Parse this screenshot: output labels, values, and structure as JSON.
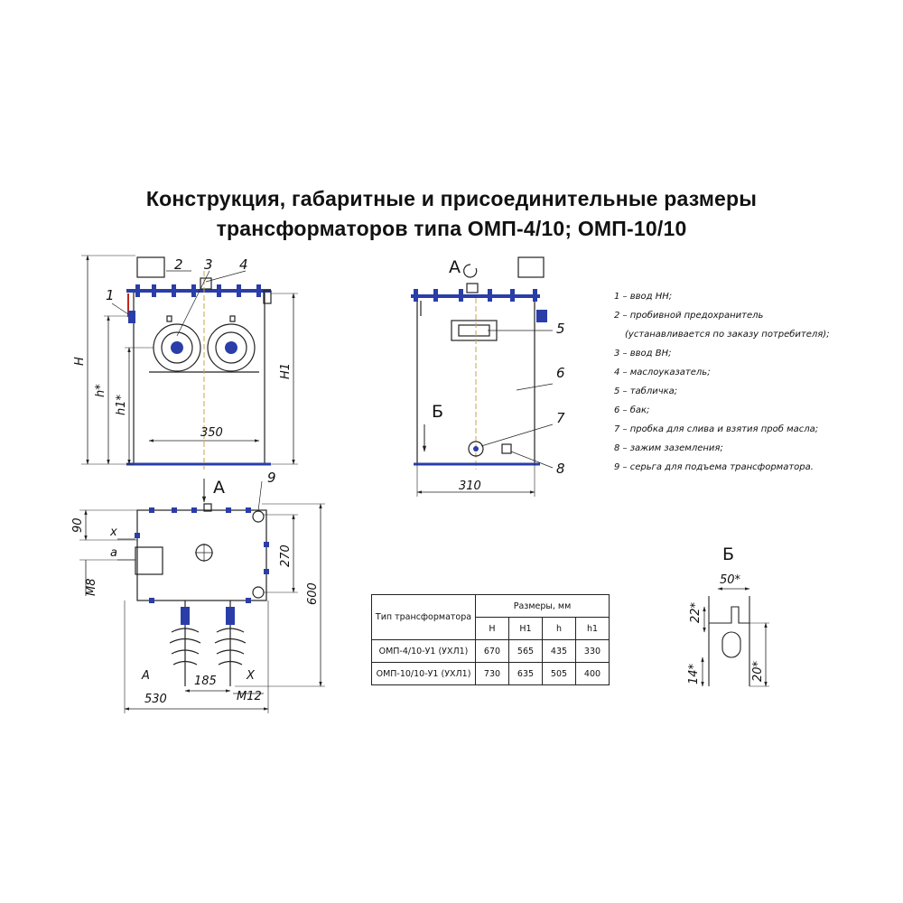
{
  "title": {
    "line1": "Конструкция, габаритные и присоединительные размеры",
    "line2": "трансформаторов типа ОМП-4/10; ОМП-10/10"
  },
  "callouts": {
    "c1": "1",
    "c2": "2",
    "c3": "3",
    "c4": "4",
    "c5": "5",
    "c6": "6",
    "c7": "7",
    "c8": "8",
    "c9": "9"
  },
  "front_view": {
    "dim_width": "350",
    "dim_H": "H",
    "dim_h": "h*",
    "dim_h1": "h1*",
    "dim_H1": "H1"
  },
  "side_view": {
    "view_label": "А",
    "section_label": "Б",
    "dim_width": "310"
  },
  "plan_view": {
    "arrow_label": "А",
    "dim_90": "90",
    "dim_270": "270",
    "dim_600": "600",
    "dim_185": "185",
    "dim_530": "530",
    "label_x_top": "x",
    "label_a": "a",
    "label_M8": "М8",
    "label_A": "А",
    "label_X": "X",
    "label_M12": "М12"
  },
  "detail_b": {
    "label": "Б",
    "dim_50": "50*",
    "dim_22": "22*",
    "dim_14": "14*",
    "dim_20": "20*"
  },
  "legend": [
    "1 – ввод НН;",
    "2 – пробивной предохранитель",
    "(устанавливается по заказу потребителя);",
    "3 – ввод ВН;",
    "4 – маслоуказатель;",
    "5 – табличка;",
    "6 – бак;",
    "7 – пробка для слива и взятия проб масла;",
    "8 – зажим заземления;",
    "9 – серьга для подъема трансформатора."
  ],
  "table": {
    "head_type": "Тип трансформатора",
    "head_dims": "Размеры, мм",
    "columns": [
      "H",
      "H1",
      "h",
      "h1"
    ],
    "rows": [
      {
        "type": "ОМП-4/10-У1 (УХЛ1)",
        "values": [
          "670",
          "565",
          "435",
          "330"
        ]
      },
      {
        "type": "ОМП-10/10-У1 (УХЛ1)",
        "values": [
          "730",
          "635",
          "505",
          "400"
        ]
      }
    ]
  },
  "colors": {
    "line": "#222222",
    "accent": "#2a3da8",
    "marker": "#c0281c",
    "axis": "#c9a44a"
  }
}
